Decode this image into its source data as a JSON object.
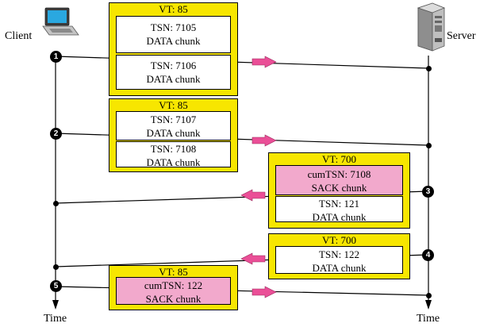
{
  "endpoints": {
    "client_label": "Client",
    "server_label": "Server",
    "client_time_label": "Time",
    "server_time_label": "Time"
  },
  "steps": [
    "1",
    "2",
    "3",
    "4",
    "5"
  ],
  "packets": [
    {
      "vt": "VT: 85",
      "chunks": [
        {
          "line1": "TSN: 7105",
          "line2": "DATA chunk",
          "type": "data"
        },
        {
          "line1": "TSN: 7106",
          "line2": "DATA chunk",
          "type": "data"
        }
      ]
    },
    {
      "vt": "VT: 85",
      "chunks": [
        {
          "line1": "TSN: 7107",
          "line2": "DATA chunk",
          "type": "data"
        },
        {
          "line1": "TSN: 7108",
          "line2": "DATA chunk",
          "type": "data"
        }
      ]
    },
    {
      "vt": "VT: 700",
      "chunks": [
        {
          "line1": "cumTSN: 7108",
          "line2": "SACK chunk",
          "type": "sack"
        },
        {
          "line1": "TSN: 121",
          "line2": "DATA chunk",
          "type": "data"
        }
      ]
    },
    {
      "vt": "VT: 700",
      "chunks": [
        {
          "line1": "TSN: 122",
          "line2": "DATA chunk",
          "type": "data"
        }
      ]
    },
    {
      "vt": "VT: 85",
      "chunks": [
        {
          "line1": "cumTSN: 122",
          "line2": "SACK chunk",
          "type": "sack"
        }
      ]
    }
  ],
  "colors": {
    "packet_fill": "#f7e600",
    "sack_fill": "#f2a9cc",
    "arrow_fill": "#ea4f97",
    "laptop_screen": "#2aa8e0",
    "server_body": "#a8a8a8"
  },
  "icons": [
    "laptop-icon",
    "server-icon"
  ]
}
